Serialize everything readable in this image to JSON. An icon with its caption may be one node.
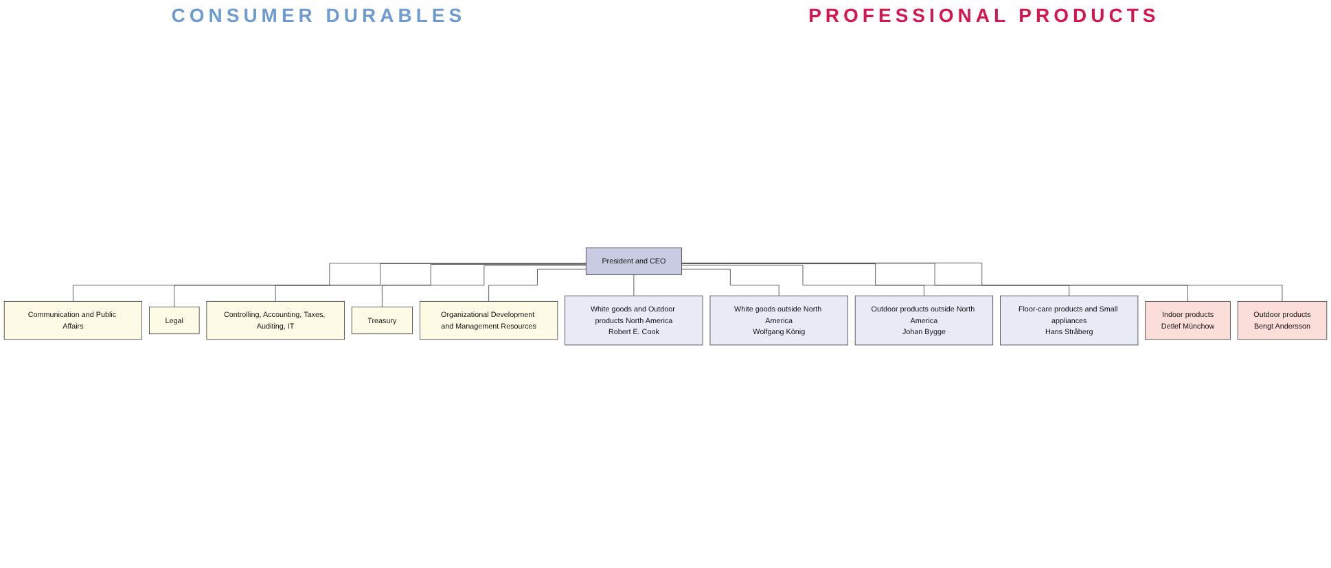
{
  "diagram": {
    "nodes": [
      {
        "text": [
          "President and CEO"
        ]
      },
      {
        "text": [
          "Communication and Public Affairs"
        ]
      },
      {
        "text": [
          "Legal"
        ]
      },
      {
        "text": [
          "Controlling, Accounting, Taxes, Auditing, IT"
        ]
      },
      {
        "text": [
          "Treasury"
        ]
      },
      {
        "text": [
          "Organizational Development and Management Resources"
        ]
      },
      {
        "text": [
          "White goods and Outdoor products North America",
          "Robert E. Cook"
        ]
      },
      {
        "text": [
          "White goods outside North America",
          "Wolfgang König"
        ]
      },
      {
        "text": [
          "Outdoor products outside North America",
          "Johan Bygge"
        ]
      },
      {
        "text": [
          "Floor-care products and Small appliances",
          "Hans Stråberg"
        ]
      },
      {
        "text": [
          "Indoor products",
          "Detlef Münchow"
        ]
      },
      {
        "text": [
          "Outdoor products",
          "Bengt Andersson"
        ]
      }
    ],
    "edges": [
      {
        "from": 0,
        "to": 1,
        "arrow": "none"
      },
      {
        "from": 0,
        "to": 2,
        "arrow": "none"
      },
      {
        "from": 0,
        "to": 3,
        "arrow": "none"
      },
      {
        "from": 0,
        "to": 4,
        "arrow": "none"
      },
      {
        "from": 0,
        "to": 5,
        "arrow": "none"
      },
      {
        "from": 0,
        "to": 6,
        "arrow": "none"
      },
      {
        "from": 0,
        "to": 7,
        "arrow": "none"
      },
      {
        "from": 0,
        "to": 8,
        "arrow": "none"
      },
      {
        "from": 0,
        "to": 9,
        "arrow": "none"
      },
      {
        "from": 0,
        "to": 10,
        "arrow": "none"
      },
      {
        "from": 0,
        "to": 11,
        "arrow": "none"
      }
    ],
    "labels": [
      "CONSUMER DURABLES",
      "PROFESSIONAL PRODUCTS"
    ]
  }
}
